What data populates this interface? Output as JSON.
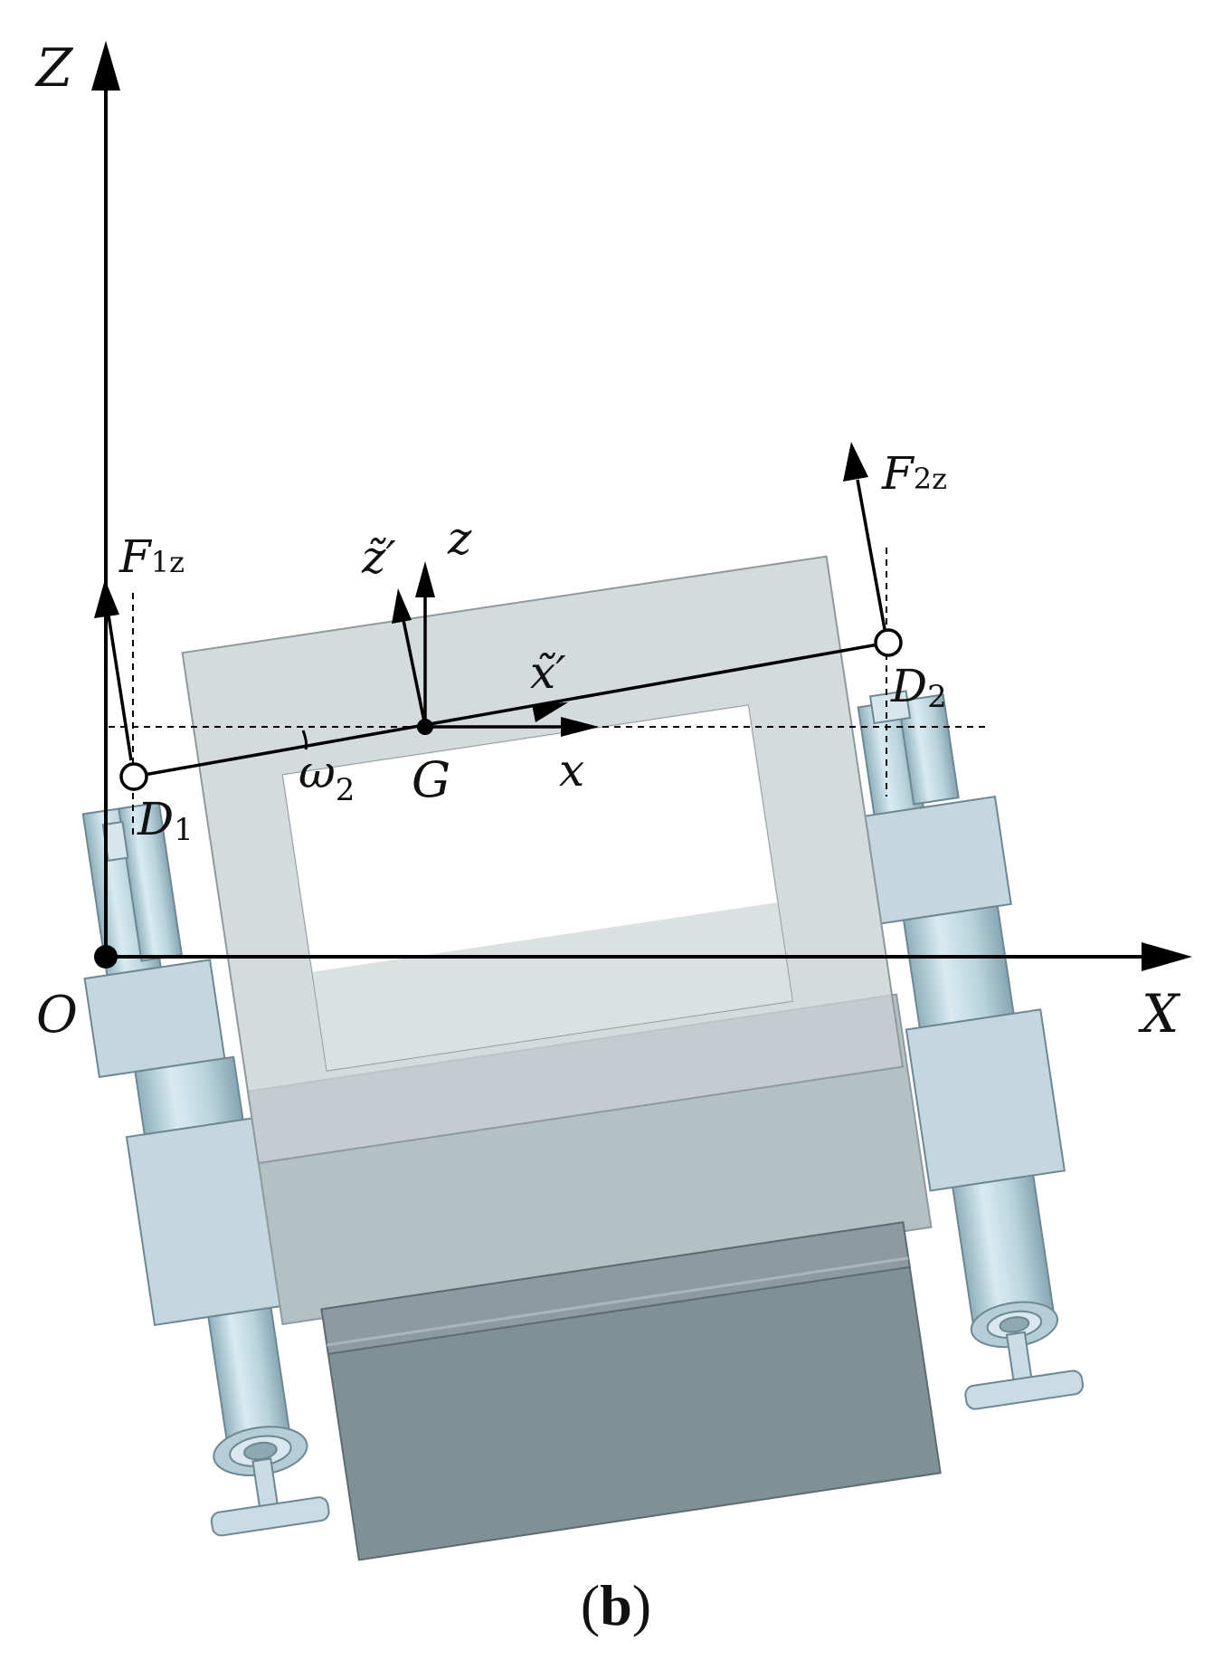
{
  "labels": {
    "Z": "Z",
    "X": "X",
    "O": "O",
    "z": "z",
    "x": "x",
    "G": "G",
    "z_tilde": "z̃′",
    "x_tilde": "x̃′",
    "F1z_main": "F",
    "F1z_sub": "1z",
    "F2z_main": "F",
    "F2z_sub": "2z",
    "D1_main": "D",
    "D1_sub": "1",
    "D2_main": "D",
    "D2_sub": "2",
    "omega_main": "ω",
    "omega_sub": "2"
  },
  "caption": {
    "open": "(",
    "letter": "b",
    "close": ")"
  },
  "colors": {
    "frame_fill": "#c9d0d3",
    "frame_stroke": "#8f9a9e",
    "cylinder_fill": "#bcd6df",
    "cylinder_dark": "#9fbecb",
    "block_fill": "#c4d7de",
    "tray_fill": "#7f9096",
    "lower_panel": "#b3c0c4",
    "ink": "#000000"
  }
}
